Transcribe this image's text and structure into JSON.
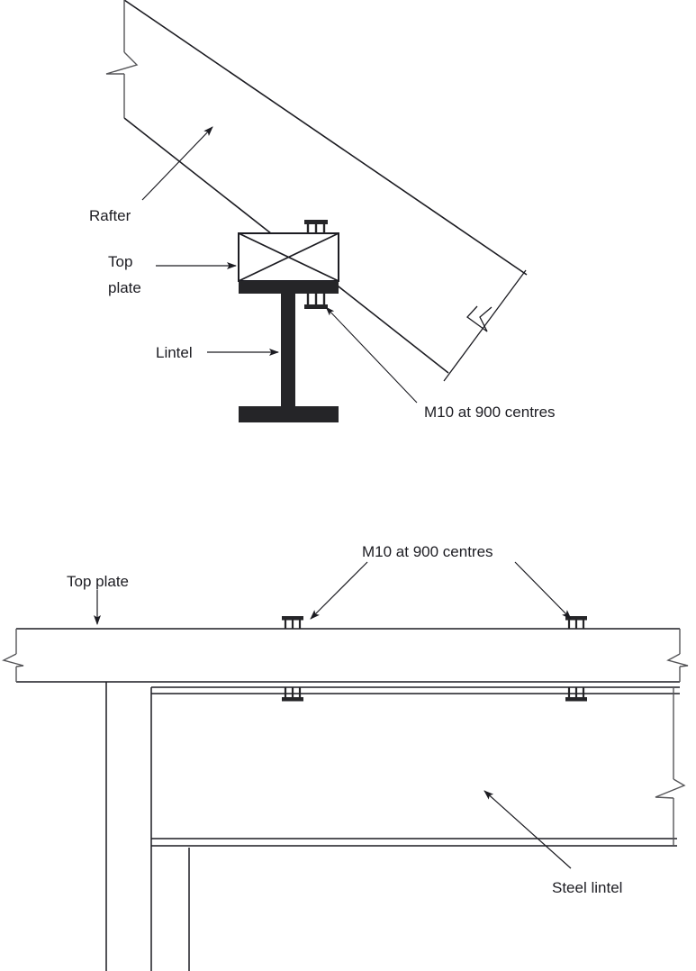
{
  "drawing": {
    "title": "Rafter to steel lintel connection detail",
    "line_color": "#1c1c22",
    "fill_color": "#252528",
    "background": "#ffffff"
  },
  "detail_top": {
    "name": "rafter-on-top-plate-section",
    "labels": {
      "rafter": "Rafter",
      "top_plate_line1": "Top",
      "top_plate_line2": "plate",
      "lintel": "Lintel",
      "bolts": "M10 at 900 centres"
    },
    "components": [
      {
        "name": "rafter",
        "icon": "diagonal-timber-member"
      },
      {
        "name": "top-plate",
        "icon": "crossed-box-section"
      },
      {
        "name": "lintel",
        "icon": "steel-i-beam-section"
      },
      {
        "name": "bolt-upper",
        "icon": "bolt-icon"
      },
      {
        "name": "bolt-lower",
        "icon": "bolt-icon"
      },
      {
        "name": "break-line-rafter-left",
        "icon": "break-line-icon"
      },
      {
        "name": "break-line-rafter-right",
        "icon": "break-line-icon"
      }
    ]
  },
  "detail_bottom": {
    "name": "steel-lintel-elevation",
    "labels": {
      "top_plate": "Top plate",
      "bolts": "M10 at 900 centres",
      "steel_lintel": "Steel lintel"
    },
    "components": [
      {
        "name": "top-plate",
        "icon": "plate-elevation"
      },
      {
        "name": "steel-lintel",
        "icon": "steel-beam-elevation"
      },
      {
        "name": "stud",
        "icon": "vertical-stud"
      },
      {
        "name": "bolt-top-left",
        "icon": "bolt-icon"
      },
      {
        "name": "bolt-top-right",
        "icon": "bolt-icon"
      },
      {
        "name": "bolt-flange-left",
        "icon": "bolt-icon"
      },
      {
        "name": "bolt-flange-right",
        "icon": "bolt-icon"
      },
      {
        "name": "break-line-left",
        "icon": "break-line-icon"
      },
      {
        "name": "break-line-right-top",
        "icon": "break-line-icon"
      },
      {
        "name": "break-line-right-bottom",
        "icon": "break-line-icon"
      }
    ]
  }
}
